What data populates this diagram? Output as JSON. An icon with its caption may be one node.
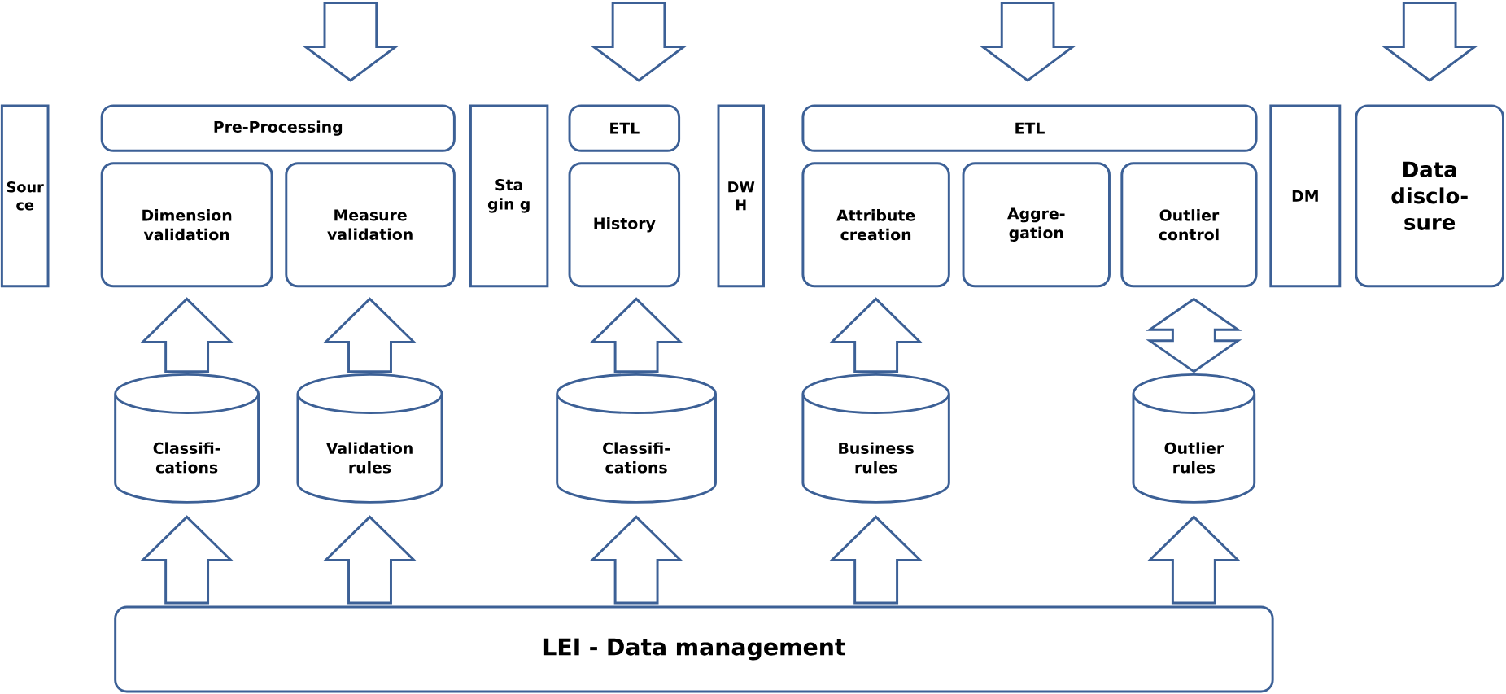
{
  "diagram": {
    "nodes": [
      {
        "text": [
          "Sour ce"
        ]
      },
      {
        "text": [
          "Pre-Processing"
        ]
      },
      {
        "text": [
          "Dimension validation"
        ]
      },
      {
        "text": [
          "Measure validation"
        ]
      },
      {
        "text": [
          "Sta gin g"
        ]
      },
      {
        "text": [
          "ETL"
        ]
      },
      {
        "text": [
          "History"
        ]
      },
      {
        "text": [
          "DW H"
        ]
      },
      {
        "text": [
          "ETL"
        ]
      },
      {
        "text": [
          "Attribute creation"
        ]
      },
      {
        "text": [
          "Aggre- gation"
        ]
      },
      {
        "text": [
          "Outlier control"
        ]
      },
      {
        "text": [
          "DM"
        ]
      },
      {
        "text": [
          "Data disclo- sure"
        ]
      },
      {
        "text": [
          "Classifi- cations"
        ]
      },
      {
        "text": [
          "Validation rules"
        ]
      },
      {
        "text": [
          "Classifi- cations"
        ]
      },
      {
        "text": [
          "Business rules"
        ]
      },
      {
        "text": [
          "Outlier rules"
        ]
      },
      {
        "text": [
          "LEI - Data management"
        ]
      }
    ],
    "edges": [
      {
        "from": null,
        "to": 1,
        "arrow": "to"
      },
      {
        "from": null,
        "to": 5,
        "arrow": "to"
      },
      {
        "from": null,
        "to": 8,
        "arrow": "to"
      },
      {
        "from": null,
        "to": 13,
        "arrow": "to"
      },
      {
        "from": 14,
        "to": 2,
        "arrow": "to"
      },
      {
        "from": 15,
        "to": 3,
        "arrow": "to"
      },
      {
        "from": 16,
        "to": 6,
        "arrow": "to"
      },
      {
        "from": 17,
        "to": 9,
        "arrow": "to"
      },
      {
        "from": 18,
        "to": 11,
        "arrow": "both"
      },
      {
        "from": 19,
        "to": 14,
        "arrow": "to"
      },
      {
        "from": 19,
        "to": 15,
        "arrow": "to"
      },
      {
        "from": 19,
        "to": 16,
        "arrow": "to"
      },
      {
        "from": 19,
        "to": 17,
        "arrow": "to"
      },
      {
        "from": 19,
        "to": 18,
        "arrow": "to"
      }
    ]
  }
}
